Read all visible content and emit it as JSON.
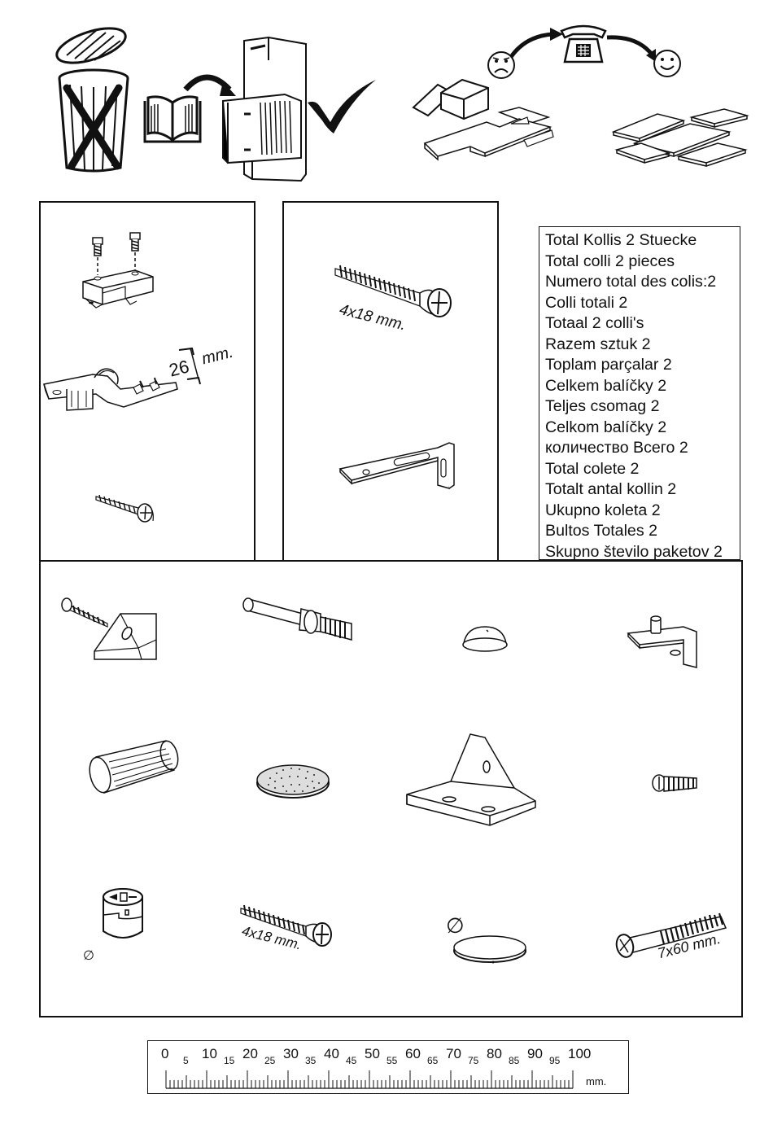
{
  "hardware_labels": {
    "hinge_distance_value": "26",
    "hinge_distance_unit": "mm.",
    "screw_4x18_top": "4x18 mm.",
    "screw_4x18_bottom": "4x18 mm.",
    "bolt_7x60": "7x60 mm.",
    "diameter_symbol_large": "∅",
    "diameter_symbol_small": "∅"
  },
  "package_count_lines": [
    "Total Kollis 2  Stuecke",
    "Total colli 2  pieces",
    "Numero total des colis:2",
    "Colli totali 2",
    "Totaal 2  colli's",
    "Razem sztuk 2",
    "Toplam parçalar 2",
    "Celkem balíčky 2",
    "Teljes csomag 2",
    "Celkom balíčky 2",
    "количество  Всего 2",
    "Total colete 2",
    "Totalt antal kollin 2",
    "Ukupno koleta 2",
    "Bultos Totales 2",
    "Skupno število paketov 2"
  ],
  "ruler": {
    "major": [
      "0",
      "10",
      "20",
      "30",
      "40",
      "50",
      "60",
      "70",
      "80",
      "90",
      "100"
    ],
    "minor": [
      "5",
      "15",
      "25",
      "35",
      "45",
      "55",
      "65",
      "75",
      "85",
      "95"
    ],
    "unit": "mm."
  },
  "icons": [
    "trash-bin-icon",
    "manual-book-icon",
    "filing-cabinet-icon",
    "checkmark-icon",
    "sad-face-icon",
    "telephone-icon",
    "happy-face-icon",
    "box-icon",
    "damaged-parts-icon",
    "flat-panels-icon"
  ]
}
